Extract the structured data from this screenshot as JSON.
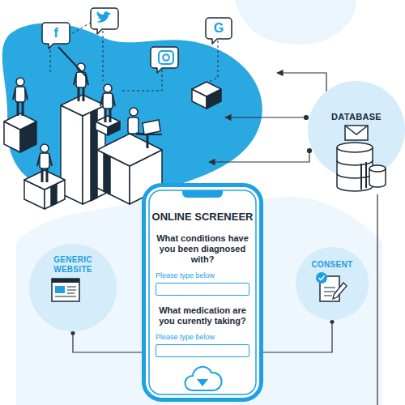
{
  "diagram": {
    "nodes": [
      {
        "text": [
          "DATABASE"
        ]
      },
      {
        "text": [
          "ONLINE SCRENEER",
          "What conditions have you been diagnosed with?",
          "Please type below",
          "What medication are you curently taking?",
          "Please type below"
        ]
      },
      {
        "text": [
          "GENERIC WEBSITE"
        ]
      },
      {
        "text": [
          "CONSENT"
        ]
      }
    ],
    "edges": [
      {
        "from": 2,
        "to": 1,
        "arrow": "none"
      },
      {
        "from": 3,
        "to": 1,
        "arrow": "none"
      }
    ],
    "labels": [
      "f",
      "G"
    ]
  }
}
